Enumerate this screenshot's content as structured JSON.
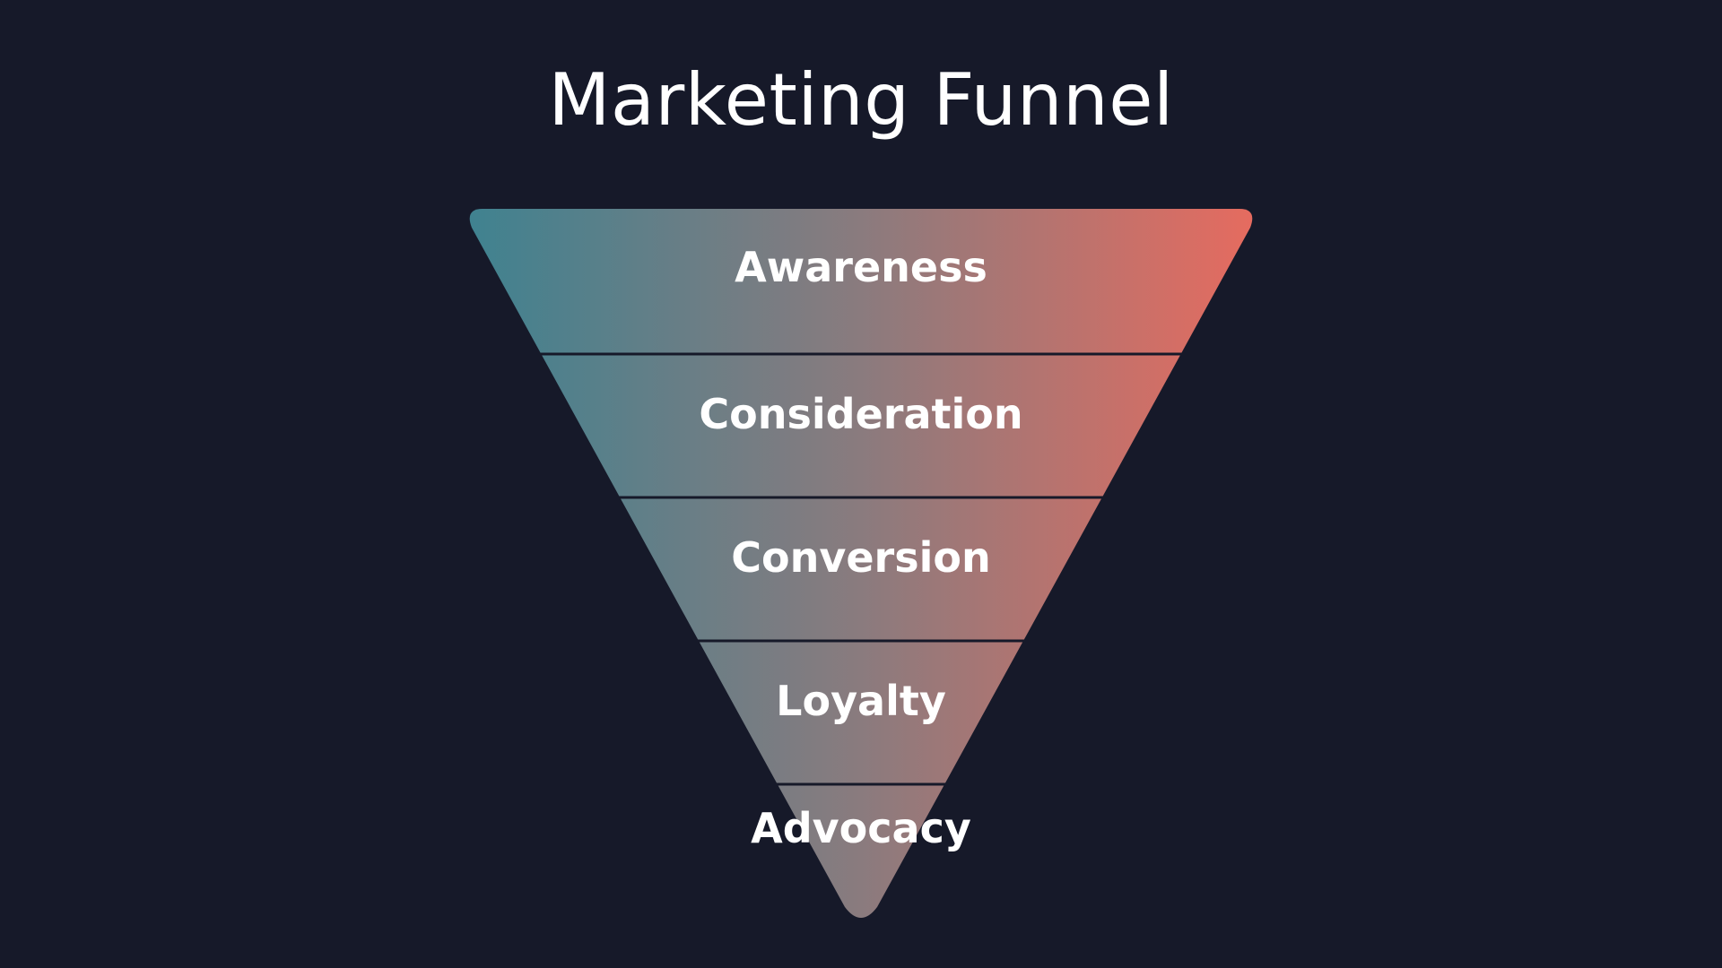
{
  "title": "Marketing Funnel",
  "colors": {
    "background": "#161929",
    "gradient_left": "#3f8290",
    "gradient_mid": "#8a7b7e",
    "gradient_right": "#e66b5f",
    "divider": "#161929",
    "text": "#ffffff"
  },
  "stages": [
    {
      "label": "Awareness"
    },
    {
      "label": "Consideration"
    },
    {
      "label": "Conversion"
    },
    {
      "label": "Loyalty"
    },
    {
      "label": "Advocacy"
    }
  ]
}
